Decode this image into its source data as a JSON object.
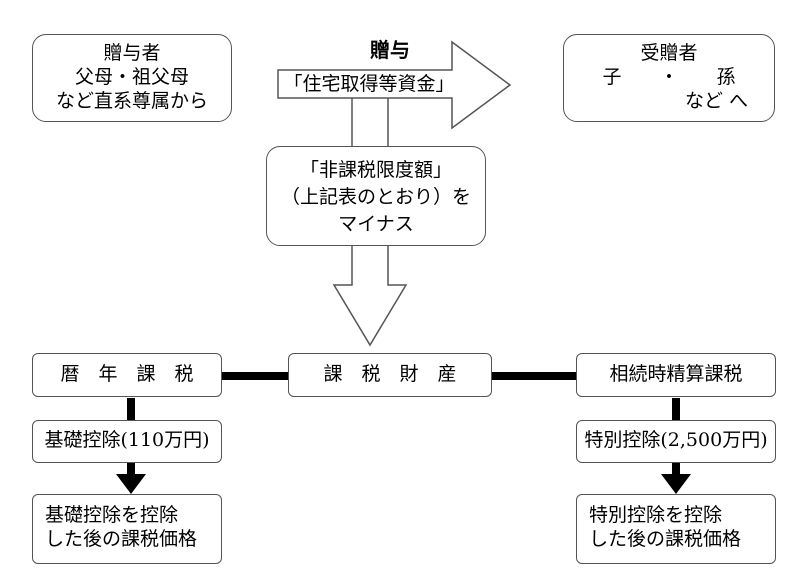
{
  "giver": {
    "lines": [
      "贈与者",
      "父母・祖父母",
      "など直系尊属から"
    ]
  },
  "gift_arrow": {
    "title": "贈与",
    "label": "「住宅取得等資金」"
  },
  "receiver": {
    "lines": [
      "受贈者",
      "子　　・　　孫",
      "　　　　　など へ"
    ]
  },
  "exemption": {
    "lines": [
      "「非課税限度額」",
      "（上記表のとおり）を",
      "マイナス"
    ]
  },
  "property": {
    "label": "課　税　財　産"
  },
  "annual": {
    "title": "暦　年　課　税",
    "deduction": "基礎控除(110万円)",
    "result_lines": [
      "基礎控除を控除",
      "した後の課税価格"
    ]
  },
  "settlement": {
    "title": "相続時精算課税",
    "deduction": "特別控除(2,500万円)",
    "result_lines": [
      "特別控除を控除",
      "した後の課税価格"
    ]
  }
}
